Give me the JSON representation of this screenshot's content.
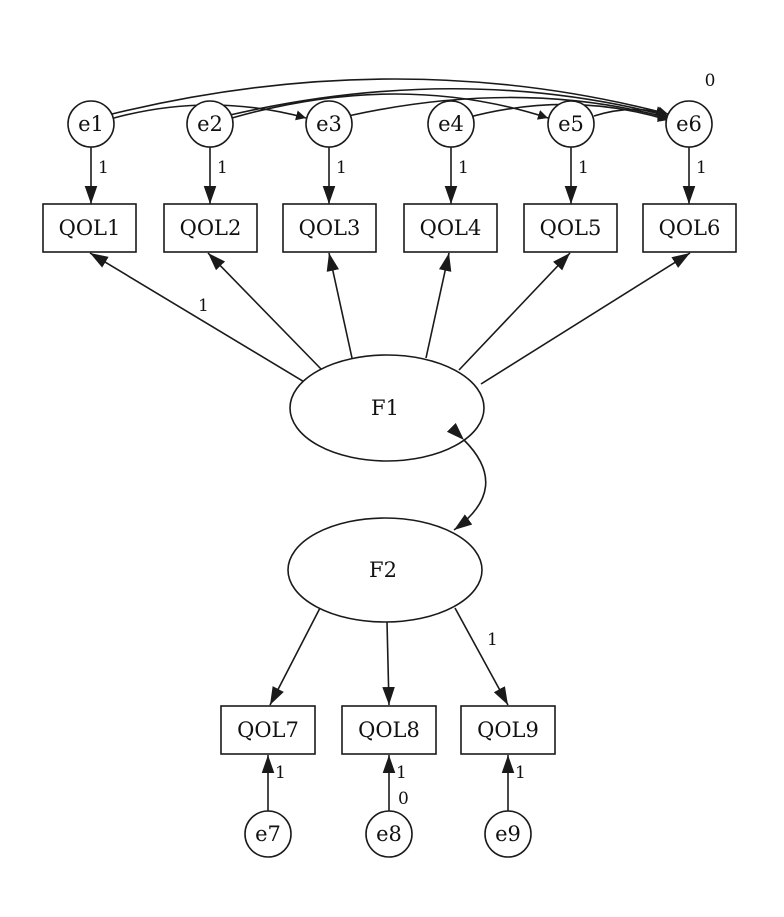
{
  "errors_top": [
    {
      "id": "e1",
      "label": "e1"
    },
    {
      "id": "e2",
      "label": "e2"
    },
    {
      "id": "e3",
      "label": "e3"
    },
    {
      "id": "e4",
      "label": "e4"
    },
    {
      "id": "e5",
      "label": "e5"
    },
    {
      "id": "e6",
      "label": "e6"
    }
  ],
  "indicators_top": [
    {
      "id": "QOL1",
      "label": "QOL1"
    },
    {
      "id": "QOL2",
      "label": "QOL2"
    },
    {
      "id": "QOL3",
      "label": "QOL3"
    },
    {
      "id": "QOL4",
      "label": "QOL4"
    },
    {
      "id": "QOL5",
      "label": "QOL5"
    },
    {
      "id": "QOL6",
      "label": "QOL6"
    }
  ],
  "factors": [
    {
      "id": "F1",
      "label": "F1"
    },
    {
      "id": "F2",
      "label": "F2"
    }
  ],
  "indicators_bottom": [
    {
      "id": "QOL7",
      "label": "QOL7"
    },
    {
      "id": "QOL8",
      "label": "QOL8"
    },
    {
      "id": "QOL9",
      "label": "QOL9"
    }
  ],
  "errors_bottom": [
    {
      "id": "e7",
      "label": "e7"
    },
    {
      "id": "e8",
      "label": "e8"
    },
    {
      "id": "e9",
      "label": "e9"
    }
  ],
  "path_labels": {
    "e1_qol1": "1",
    "e2_qol2": "1",
    "e3_qol3": "1",
    "e4_qol4": "1",
    "e5_qol5": "1",
    "e6_qol6": "1",
    "f1_qol1": "1",
    "f2_qol9": "1",
    "e7_qol7": "1",
    "e8_qol8": "1",
    "e9_qol9": "1"
  },
  "variance_labels": {
    "e6": "0",
    "e8": "0"
  }
}
